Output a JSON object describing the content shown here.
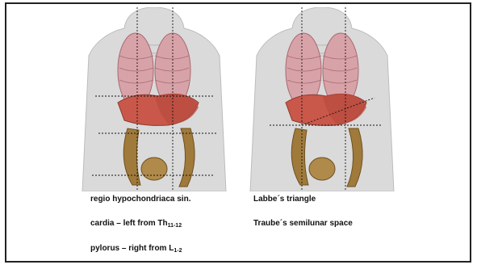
{
  "captions": {
    "left": {
      "line1": "regio hypochondriaca sin.",
      "line2_prefix": "cardia – left from Th",
      "line2_sub": "11-12",
      "line3_prefix": "pylorus – right from L",
      "line3_sub": "1-2"
    },
    "right": {
      "line1": "Labbe´s triangle",
      "line2": "Traube´s semilunar space"
    }
  },
  "colors": {
    "skin": "#d9d9d9",
    "lungs": "#d7a3a7",
    "stomach_liver": "#c9584a",
    "intestine": "#a07a3a",
    "guide_lines": "#111111"
  }
}
